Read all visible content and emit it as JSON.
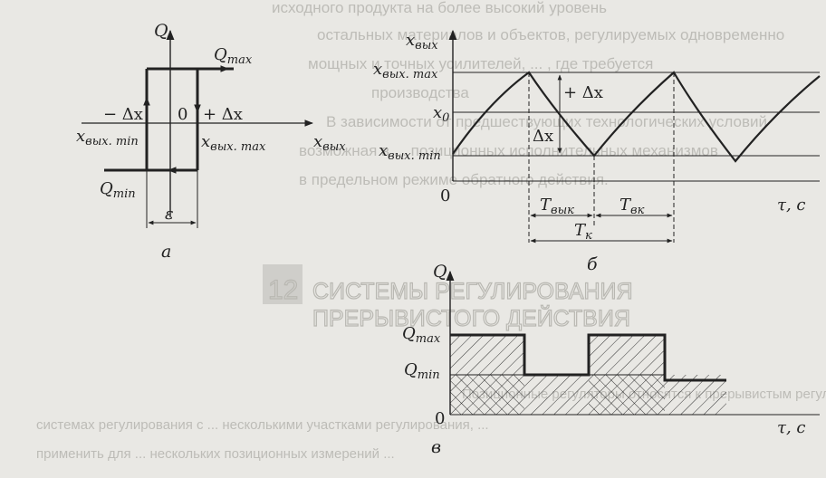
{
  "bleed_through": {
    "lines": [
      "исходного продукта на более высокий уровень",
      "остальных материалов и объектов, регулируемых одновременно",
      "мощных и точных усилителей, ... , где требуется",
      "производства",
      "В зависимости от предшествующих технологических условий",
      "возможная в ... позиционных исполнительных механизмов",
      "в предельном режиме обратного действия."
    ],
    "heading_number": "12",
    "heading_line1": "СИСТЕМЫ РЕГУЛИРОВАНИЯ",
    "heading_line2": "ПРЕРЫВИСТОГО ДЕЙСТВИЯ",
    "bottom_lines": [
      "Позиционные регуляторы относятся к прерывистым регуляторам ...",
      "системах регулирования с ... несколькими участками регулирования, ...",
      "применить для ... нескольких позиционных измерений ..."
    ],
    "color": "#bdbcb7"
  },
  "panel_a": {
    "axis_y": "Q",
    "axis_x": "x",
    "axis_x_sub": "вых",
    "q_max": "Q",
    "q_max_sub": "max",
    "q_min": "Q",
    "q_min_sub": "min",
    "minus_dx": "− Δx",
    "zero": "0",
    "plus_dx": "+ Δx",
    "x_min": "x",
    "x_min_sub": "вых. min",
    "x_max": "x",
    "x_max_sub": "вых. max",
    "epsilon": "ε",
    "caption": "а"
  },
  "panel_b": {
    "axis_y": "x",
    "axis_y_sub": "вых",
    "x_max": "x",
    "x_max_sub": "вых. max",
    "x0": "x",
    "x0_sub": "0",
    "x_min": "x",
    "x_min_sub": "вых. min",
    "plus_dx": "+ Δx",
    "dx": "Δx",
    "origin": "0",
    "axis_x": "τ, с",
    "t_off": "T",
    "t_off_sub": "вык",
    "t_on": "T",
    "t_on_sub": "вк",
    "t_k": "T",
    "t_k_sub": "к",
    "caption": "б"
  },
  "panel_c": {
    "axis_y": "Q",
    "q_max": "Q",
    "q_max_sub": "max",
    "q_min": "Q",
    "q_min_sub": "min",
    "origin": "0",
    "axis_x": "τ, с",
    "caption": "в"
  },
  "colors": {
    "ink": "#222222",
    "paper": "#e9e8e4",
    "bleed": "#bdbcb7"
  }
}
